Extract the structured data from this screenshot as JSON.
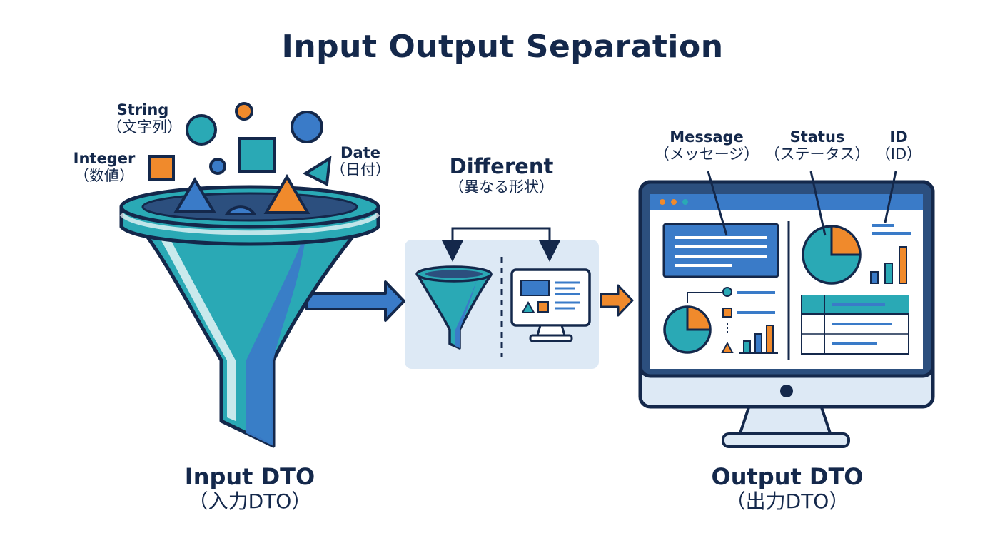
{
  "title": "Input Output Separation",
  "input_types": {
    "string": {
      "label": "String",
      "sub": "（文字列）"
    },
    "integer": {
      "label": "Integer",
      "sub": "（数値）"
    },
    "date": {
      "label": "Date",
      "sub": "（日付）"
    }
  },
  "different": {
    "label": "Different",
    "sub": "（異なる形状）"
  },
  "output_fields": {
    "message": {
      "label": "Message",
      "sub": "（メッセージ）"
    },
    "status": {
      "label": "Status",
      "sub": "（ステータス）"
    },
    "id": {
      "label": "ID",
      "sub": "（ID）"
    }
  },
  "input_dto": {
    "label": "Input DTO",
    "sub": "（入力DTO）"
  },
  "output_dto": {
    "label": "Output DTO",
    "sub": "（出力DTO）"
  },
  "colors": {
    "navy": "#14284b",
    "teal": "#2aa9b5",
    "blue": "#3a7bc8",
    "orange": "#f08a2c",
    "panel": "#dde9f5"
  }
}
